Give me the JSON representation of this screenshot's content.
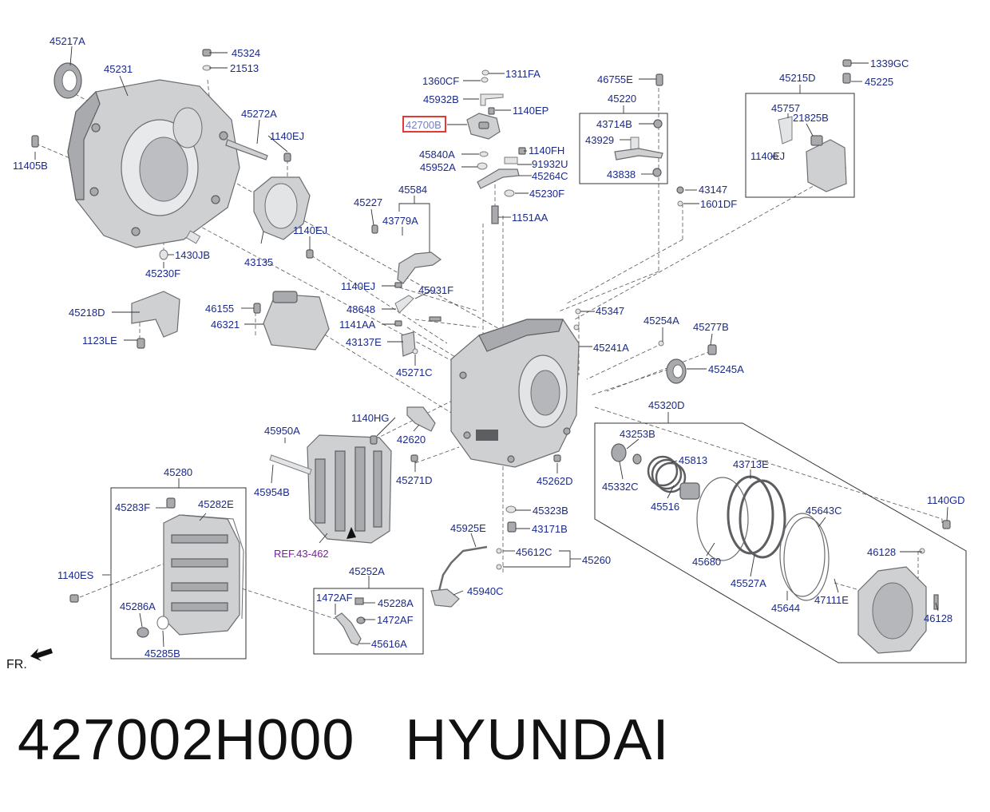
{
  "labels": {
    "l45217A": "45217A",
    "l45231": "45231",
    "l45324": "45324",
    "l21513": "21513",
    "l45272A": "45272A",
    "l1140EJ_a": "1140EJ",
    "l11405B": "11405B",
    "l1140EJ_b": "1140EJ",
    "l1430JB": "1430JB",
    "l43135": "43135",
    "l45230F_a": "45230F",
    "l45218D": "45218D",
    "l1123LE": "1123LE",
    "l1360CF": "1360CF",
    "l1311FA": "1311FA",
    "l45932B": "45932B",
    "l1140EP": "1140EP",
    "l42700B": "42700B",
    "l45840A": "45840A",
    "l1140FH": "1140FH",
    "l45952A": "45952A",
    "l91932U": "91932U",
    "l45264C": "45264C",
    "l45230F_b": "45230F",
    "l1151AA": "1151AA",
    "l45227": "45227",
    "l45584": "45584",
    "l43779A": "43779A",
    "l1140EJ_c": "1140EJ",
    "l45931F": "45931F",
    "l48648": "48648",
    "l1141AA": "1141AA",
    "l43137E": "43137E",
    "l45271C": "45271C",
    "l46155": "46155",
    "l46321": "46321",
    "l46755E": "46755E",
    "l45220": "45220",
    "l43714B": "43714B",
    "l43929": "43929",
    "l43838": "43838",
    "l43147": "43147",
    "l1601DF": "1601DF",
    "l1339GC": "1339GC",
    "l45225": "45225",
    "l45215D": "45215D",
    "l45757": "45757",
    "l21825B": "21825B",
    "l1140EJ_d": "1140EJ",
    "l45347": "45347",
    "l45254A": "45254A",
    "l45277B": "45277B",
    "l45241A": "45241A",
    "l45245A": "45245A",
    "l45320D": "45320D",
    "l43253B": "43253B",
    "l45813": "45813",
    "l45332C": "45332C",
    "l45516": "45516",
    "l43713E": "43713E",
    "l45643C": "45643C",
    "l1140GD": "1140GD",
    "l45680": "45680",
    "l45527A": "45527A",
    "l46128_a": "46128",
    "l45644": "45644",
    "l47111E": "47111E",
    "l46128_b": "46128",
    "l1140HG": "1140HG",
    "l42620": "42620",
    "l45950A": "45950A",
    "l45954B": "45954B",
    "l45271D": "45271D",
    "l45262D": "45262D",
    "lREF": "REF.43-462",
    "l45280": "45280",
    "l45283F": "45283F",
    "l45282E": "45282E",
    "l1140ES": "1140ES",
    "l45286A": "45286A",
    "l45285B": "45285B",
    "l45252A": "45252A",
    "l1472AF_a": "1472AF",
    "l45228A": "45228A",
    "l1472AF_b": "1472AF",
    "l45616A": "45616A",
    "l45323B": "45323B",
    "l43171B": "43171B",
    "l45925E": "45925E",
    "l45612C": "45612C",
    "l45260": "45260",
    "l45940C": "45940C"
  },
  "direction_marker": "FR.",
  "footer": {
    "part_number": "427002H000",
    "brand": "HYUNDAI"
  },
  "highlight_color": "#e53935"
}
